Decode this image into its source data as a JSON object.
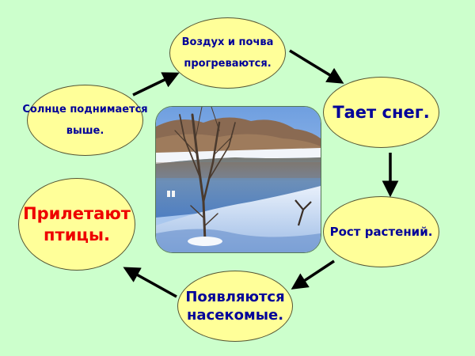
{
  "diagram": {
    "type": "cycle",
    "background_color": "#ccffcc",
    "node_fill": "#ffff99",
    "text_color_primary": "#000099",
    "text_color_highlight": "#ee0000",
    "nodes": [
      {
        "id": "n1",
        "lines": [
          "Воздух и почва",
          "прогреваются."
        ]
      },
      {
        "id": "n2",
        "lines": [
          "Тает снег."
        ]
      },
      {
        "id": "n3",
        "lines": [
          "Рост растений."
        ]
      },
      {
        "id": "n4",
        "lines": [
          "Появляются",
          "насекомые."
        ]
      },
      {
        "id": "n5",
        "lines": [
          "Прилетают",
          "птицы."
        ]
      },
      {
        "id": "n6",
        "lines": [
          "Солнце поднимается",
          "выше."
        ]
      }
    ],
    "edges": [
      {
        "from": "n6",
        "to": "n1"
      },
      {
        "from": "n1",
        "to": "n2"
      },
      {
        "from": "n2",
        "to": "n3"
      },
      {
        "from": "n3",
        "to": "n4"
      },
      {
        "from": "n4",
        "to": "n5"
      }
    ],
    "center_image": "winter-river-thaw-photo"
  }
}
